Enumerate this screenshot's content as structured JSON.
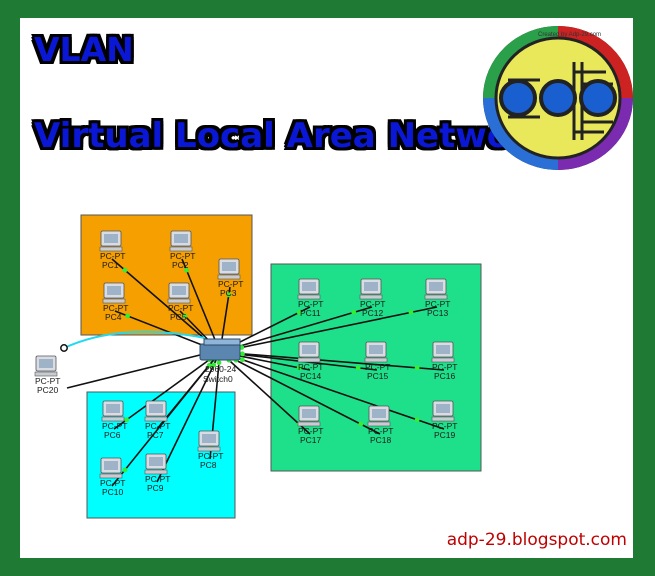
{
  "title": "VLAN",
  "subtitle": "Virtual Local Area Network",
  "footer": "adp-29.blogspot.com",
  "logo_ring_text": "Created by Adp-29.com",
  "switch": {
    "model": "2960-24",
    "name": "Switch0"
  },
  "device_type": "PC-PT",
  "pcs": [
    "PC1",
    "PC2",
    "PC3",
    "PC4",
    "PC5",
    "PC6",
    "PC7",
    "PC8",
    "PC9",
    "PC10",
    "PC11",
    "PC12",
    "PC13",
    "PC14",
    "PC15",
    "PC16",
    "PC17",
    "PC18",
    "PC19",
    "PC20"
  ],
  "colors": {
    "frame": "#1f7a34",
    "orange_zone": "#f5a000",
    "cyan_zone": "#00ffff",
    "green_zone": "#1ee08a",
    "title": "#0a18d6",
    "footer": "#c00000",
    "link_up": "#33ee33"
  }
}
